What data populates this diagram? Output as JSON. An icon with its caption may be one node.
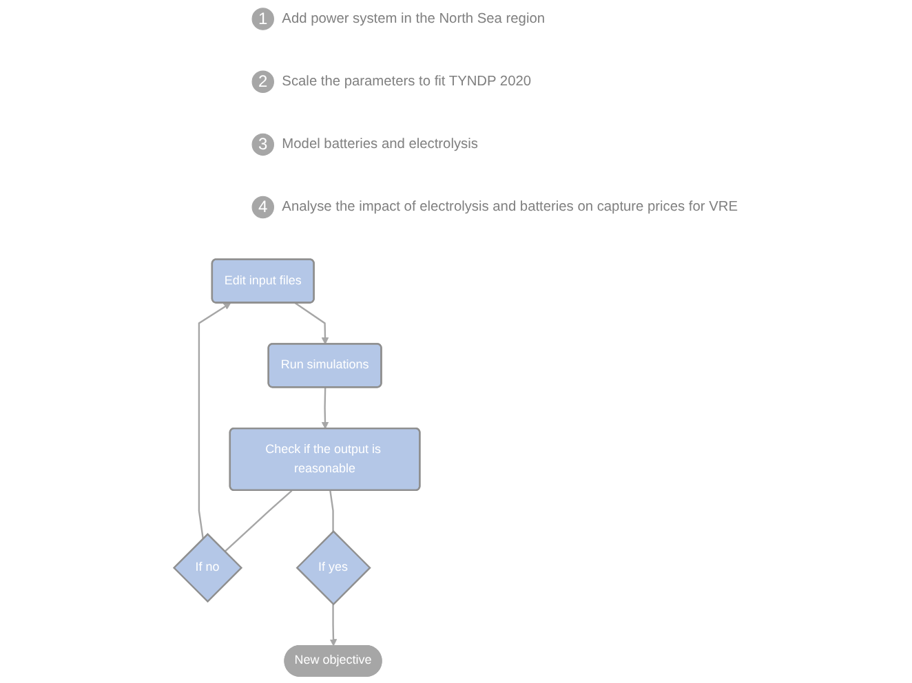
{
  "diagram": {
    "nodes": [
      {
        "text": [
          "1"
        ],
        "beside": [
          "Add power system in the North Sea region"
        ]
      },
      {
        "text": [
          "2"
        ],
        "beside": [
          "Scale the parameters to fit TYNDP 2020"
        ]
      },
      {
        "text": [
          "3"
        ],
        "beside": [
          "Model batteries and electrolysis"
        ]
      },
      {
        "text": [
          "4"
        ],
        "beside": [
          "Analyse the impact of electrolysis and batteries on capture prices for VRE"
        ]
      },
      {
        "text": [
          "Edit input files"
        ]
      },
      {
        "text": [
          "Run simulations"
        ]
      },
      {
        "text": [
          "Check if the output is reasonable"
        ]
      },
      {
        "text": [
          "If no"
        ]
      },
      {
        "text": [
          "If yes"
        ]
      },
      {
        "text": [
          "New objective"
        ]
      }
    ],
    "edges": [
      {
        "from": 4,
        "to": 5,
        "arrow": "to"
      },
      {
        "from": 5,
        "to": 6,
        "arrow": "to"
      },
      {
        "from": 6,
        "to": 7,
        "arrow": "none"
      },
      {
        "from": 7,
        "to": 4,
        "arrow": "to"
      },
      {
        "from": 6,
        "to": 8,
        "arrow": "none"
      },
      {
        "from": 8,
        "to": 9,
        "arrow": "to"
      }
    ]
  }
}
